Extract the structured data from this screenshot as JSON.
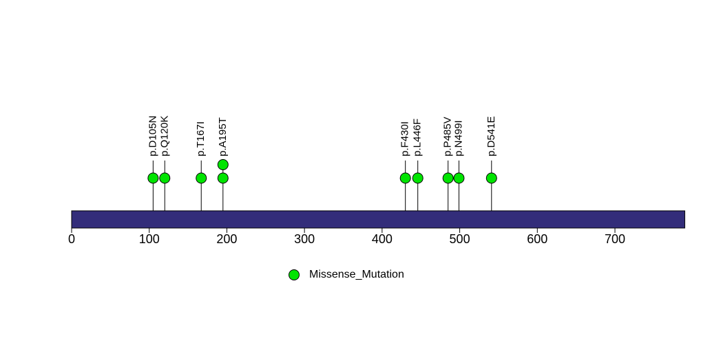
{
  "chart_data": {
    "type": "lollipop",
    "title": "",
    "xlabel": "",
    "ylabel": "",
    "axis": {
      "ticks": [
        0,
        100,
        200,
        300,
        400,
        500,
        600,
        700
      ],
      "tick_labels": [
        "0",
        "100",
        "200",
        "300",
        "400",
        "500",
        "600",
        "700"
      ],
      "xlim": [
        0,
        790
      ],
      "grid": false
    },
    "protein_bar": {
      "start": 0,
      "end": 790,
      "color": "#332D7A",
      "border_color": "#000000"
    },
    "mutations": [
      {
        "label": "p.D105N",
        "position": 105,
        "count": 1,
        "type": "Missense_Mutation"
      },
      {
        "label": "p.Q120K",
        "position": 120,
        "count": 1,
        "type": "Missense_Mutation"
      },
      {
        "label": "p.T167I",
        "position": 167,
        "count": 1,
        "type": "Missense_Mutation"
      },
      {
        "label": "p.A195T",
        "position": 195,
        "count": 2,
        "type": "Missense_Mutation"
      },
      {
        "label": "p.F430I",
        "position": 430,
        "count": 1,
        "type": "Missense_Mutation"
      },
      {
        "label": "p.L446F",
        "position": 446,
        "count": 1,
        "type": "Missense_Mutation"
      },
      {
        "label": "p.P485V",
        "position": 485,
        "count": 1,
        "type": "Missense_Mutation"
      },
      {
        "label": "p.N499I",
        "position": 499,
        "count": 1,
        "type": "Missense_Mutation"
      },
      {
        "label": "p.D541E",
        "position": 541,
        "count": 1,
        "type": "Missense_Mutation"
      }
    ],
    "mutation_color": "#00E400",
    "mutation_stroke_color": "#000000",
    "stick_color": "#000000",
    "legend": [
      {
        "label": "Missense_Mutation",
        "color": "#00E400",
        "shape": "circle"
      }
    ],
    "legend_position": "bottom"
  }
}
